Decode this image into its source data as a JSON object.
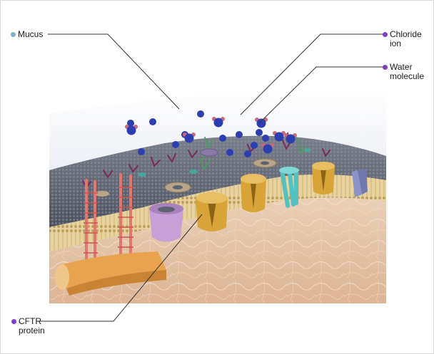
{
  "labels": {
    "mucus": {
      "text": "Mucus",
      "color": "#7fb0c8"
    },
    "chloride": {
      "line1": "Chloride",
      "line2": "ion",
      "color": "#7d3fc0"
    },
    "water": {
      "line1": "Water",
      "line2": "molecule",
      "color": "#7d3fc0"
    },
    "cftr": {
      "line1": "CFTR",
      "line2": "protein",
      "color": "#7d3fc0"
    }
  },
  "colors": {
    "chloride_ion": "#2d3fb0",
    "water_oxygen": "#2d3fb0",
    "water_hydrogen": "#c86a78",
    "cftr_protein": "#d9a437",
    "membrane_surface": "#5d6270",
    "cytoplasm": "#e8cbb0",
    "mucus_layer": "#e8ebf2"
  }
}
